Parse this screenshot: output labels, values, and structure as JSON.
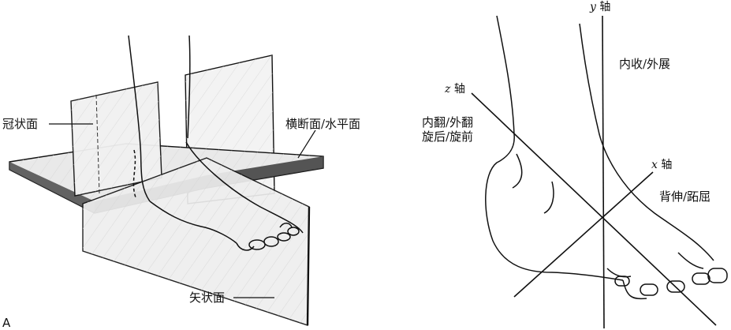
{
  "left_panel": {
    "panel_letter": "A",
    "coronal_plane": "冠状面",
    "transverse_plane": "横断面/水平面",
    "sagittal_plane": "矢状面"
  },
  "right_panel": {
    "y_axis": {
      "var": "y",
      "word": "轴",
      "motion": "内收/外展"
    },
    "z_axis": {
      "var": "z",
      "word": "轴",
      "motion_line1": "内翻/外翻",
      "motion_line2": "旋后/旋前"
    },
    "x_axis": {
      "var": "x",
      "word": "轴",
      "motion": "背伸/跖屈"
    }
  },
  "colors": {
    "ink": "#111111",
    "plane_fill": "#eeeeee",
    "plane_dark": "#3a3a3a",
    "paper": "#ffffff"
  }
}
